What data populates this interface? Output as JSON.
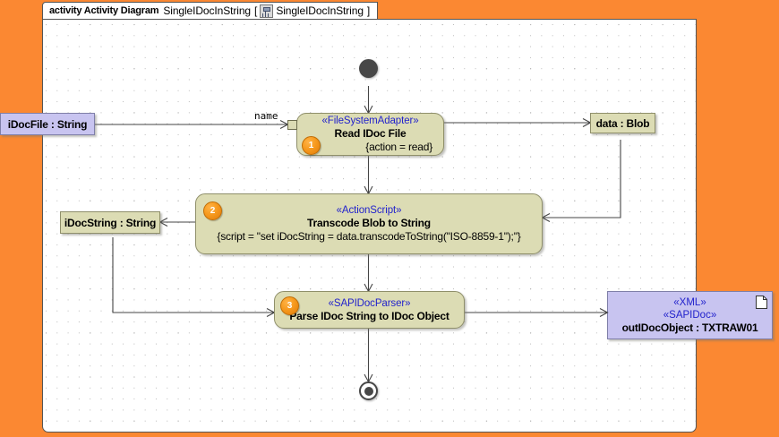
{
  "frame": {
    "keyword": "activity Activity Diagram",
    "name": "SingleIDocInString",
    "bracket_open": "[",
    "bracket_close": "]",
    "inner_name": "SingleIDocInString",
    "icon": "activity-diagram-icon"
  },
  "colors": {
    "background": "#FB8832",
    "canvas": "#FFFFFF",
    "action_fill": "#DCDCB4",
    "action_border": "#8F8F6A",
    "object_lavender": "#C8C4F0",
    "stereotype_text": "#2222CC",
    "badge": "#F79A1E",
    "node_dark": "#474747"
  },
  "nodes": {
    "start": {
      "name": "initial-node"
    },
    "end": {
      "name": "final-node"
    },
    "action1": {
      "stereotype": "«FileSystemAdapter»",
      "name": "Read IDoc File",
      "body": "{action = read}",
      "badge": "1"
    },
    "action2": {
      "stereotype": "«ActionScript»",
      "name": "Transcode Blob to String",
      "body": "{script = \"set iDocString = data.transcodeToString(\"ISO-8859-1\");\"}",
      "badge": "2"
    },
    "action3": {
      "stereotype": "«SAPIDocParser»",
      "name": "Parse IDoc String to IDoc Object",
      "badge": "3"
    },
    "idocfile": {
      "label": "iDocFile : String"
    },
    "datablob": {
      "label": "data : Blob"
    },
    "idocstring": {
      "label": "iDocString : String"
    },
    "outidoc": {
      "stereotype1": "«XML»",
      "stereotype2": "«SAPIDoc»",
      "label": "outIDocObject : TXTRAW01"
    }
  },
  "pins": {
    "name_pin": {
      "label": "name"
    }
  }
}
